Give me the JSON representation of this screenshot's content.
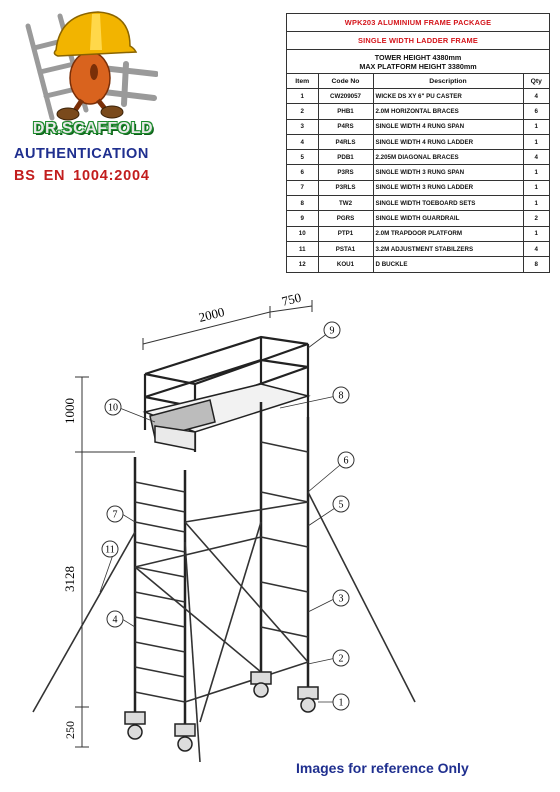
{
  "brand": {
    "name": "DR.SCAFFOLD",
    "authentication": "AUTHENTICATION",
    "standard": "BS  EN  1004:2004"
  },
  "package": {
    "title": "WPK203 ALUMINIUM FRAME PACKAGE",
    "subtitle": "SINGLE WIDTH LADDER FRAME",
    "tower_height": "TOWER HEIGHT 4380mm",
    "platform_height": "MAX PLATFORM HEIGHT 3380mm",
    "headers": {
      "item": "Item",
      "code": "Code No",
      "desc": "Description",
      "qty": "Qty"
    },
    "rows": [
      {
        "item": "1",
        "code": "CW209057",
        "desc": "WICKE DS XY 6\" PU CASTER",
        "qty": "4"
      },
      {
        "item": "2",
        "code": "PHB1",
        "desc": "2.0M HORIZONTAL BRACES",
        "qty": "6"
      },
      {
        "item": "3",
        "code": "P4RS",
        "desc": "SINGLE WIDTH 4 RUNG SPAN",
        "qty": "1"
      },
      {
        "item": "4",
        "code": "P4RLS",
        "desc": "SINGLE WIDTH 4 RUNG LADDER",
        "qty": "1"
      },
      {
        "item": "5",
        "code": "PDB1",
        "desc": "2.205M DIAGONAL BRACES",
        "qty": "4"
      },
      {
        "item": "6",
        "code": "P3RS",
        "desc": "SINGLE WIDTH 3 RUNG SPAN",
        "qty": "1"
      },
      {
        "item": "7",
        "code": "P3RLS",
        "desc": "SINGLE WIDTH 3 RUNG LADDER",
        "qty": "1"
      },
      {
        "item": "8",
        "code": "TW2",
        "desc": "SINGLE WIDTH TOEBOARD SETS",
        "qty": "1"
      },
      {
        "item": "9",
        "code": "PGRS",
        "desc": "SINGLE WIDTH GUARDRAIL",
        "qty": "2"
      },
      {
        "item": "10",
        "code": "PTP1",
        "desc": "2.0M TRAPDOOR PLATFORM",
        "qty": "1"
      },
      {
        "item": "11",
        "code": "PSTA1",
        "desc": "3.2M ADJUSTMENT STABILZERS",
        "qty": "4"
      },
      {
        "item": "12",
        "code": "KOU1",
        "desc": "D BUCKLE",
        "qty": "8"
      }
    ]
  },
  "drawing": {
    "dims": {
      "length": "2000",
      "width": "750",
      "guard": "1000",
      "height": "3128",
      "base": "250"
    },
    "callouts": [
      "1",
      "2",
      "3",
      "4",
      "5",
      "6",
      "7",
      "8",
      "9",
      "10",
      "11"
    ]
  },
  "footer": "Images for reference Only",
  "colors": {
    "red": "#d4141a",
    "blue": "#1f2f8f",
    "green": "#1c8a2c",
    "helmet": "#f2b400"
  }
}
